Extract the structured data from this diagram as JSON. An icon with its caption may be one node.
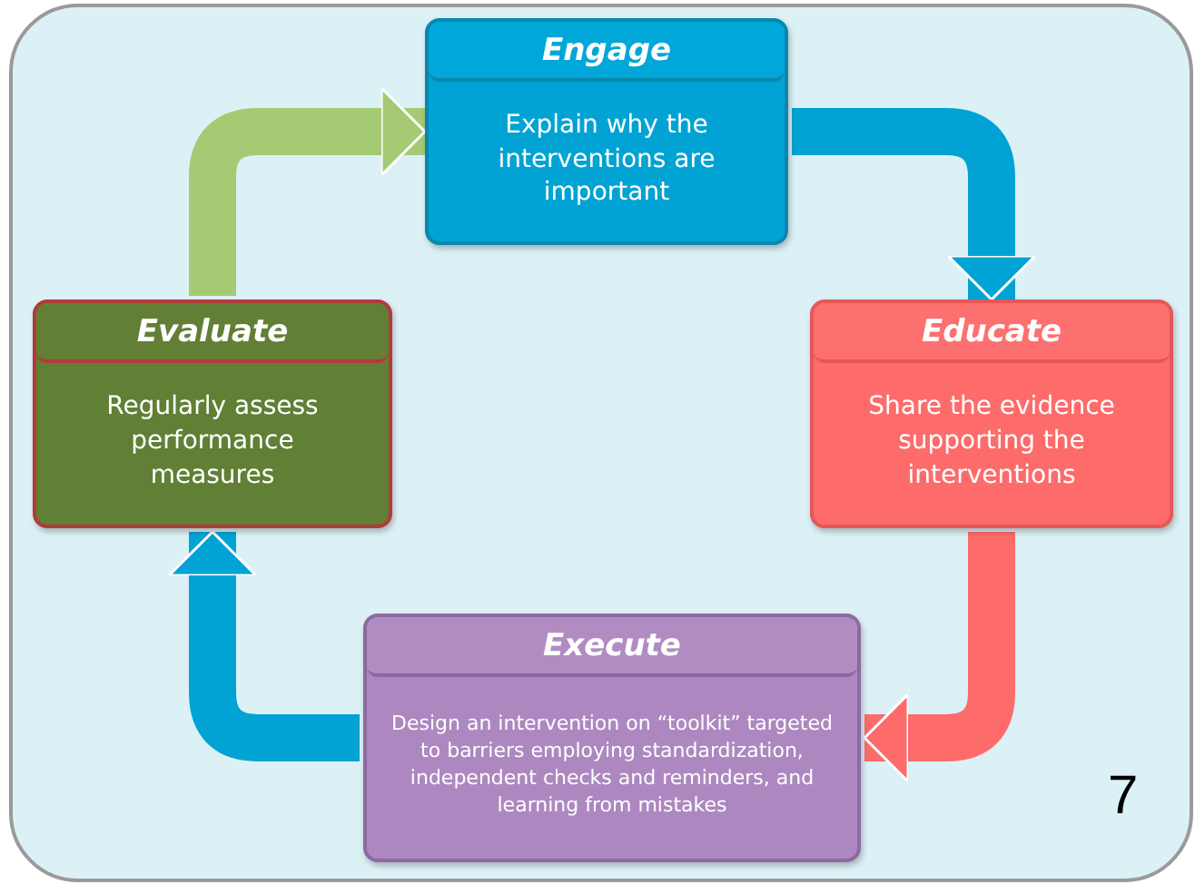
{
  "diagram": {
    "nodes": [
      {
        "text": [
          "Engage",
          "Explain why the interventions are important"
        ]
      },
      {
        "text": [
          "Educate",
          "Share the evidence supporting the interventions"
        ]
      },
      {
        "text": [
          "Execute",
          "Design an intervention on “toolkit” targeted to barriers employing standardization, independent checks and reminders, and learning from mistakes"
        ]
      },
      {
        "text": [
          "Evaluate",
          "Regularly assess performance measures"
        ]
      }
    ],
    "edges": [
      {
        "from": 0,
        "to": 1,
        "arrow": "to"
      },
      {
        "from": 1,
        "to": 2,
        "arrow": "to",
        "color": "#fd6b6b"
      },
      {
        "from": 2,
        "to": 3,
        "arrow": "to"
      },
      {
        "from": 3,
        "to": 0,
        "arrow": "to",
        "color": "#a6ca74"
      }
    ],
    "labels": [
      "7"
    ]
  }
}
